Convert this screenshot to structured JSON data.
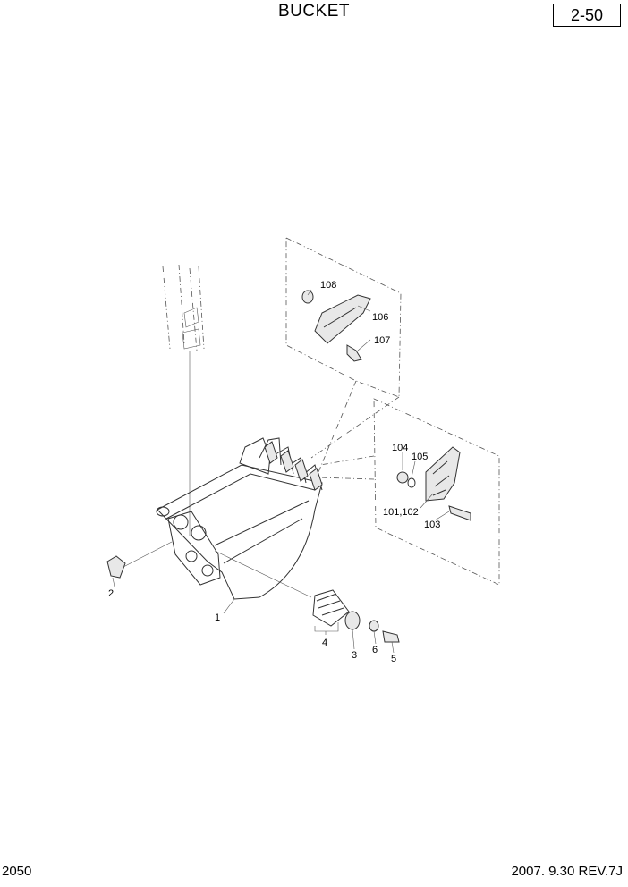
{
  "header": {
    "title": "BUCKET",
    "page_number": "2-50"
  },
  "footer": {
    "model": "2050",
    "revision": "2007. 9.30  REV.7J"
  },
  "callouts": {
    "c1": "1",
    "c2": "2",
    "c3": "3",
    "c4": "4",
    "c5": "5",
    "c6": "6",
    "c101": "101,102",
    "c103": "103",
    "c104": "104",
    "c105": "105",
    "c106": "106",
    "c107": "107",
    "c108": "108"
  }
}
